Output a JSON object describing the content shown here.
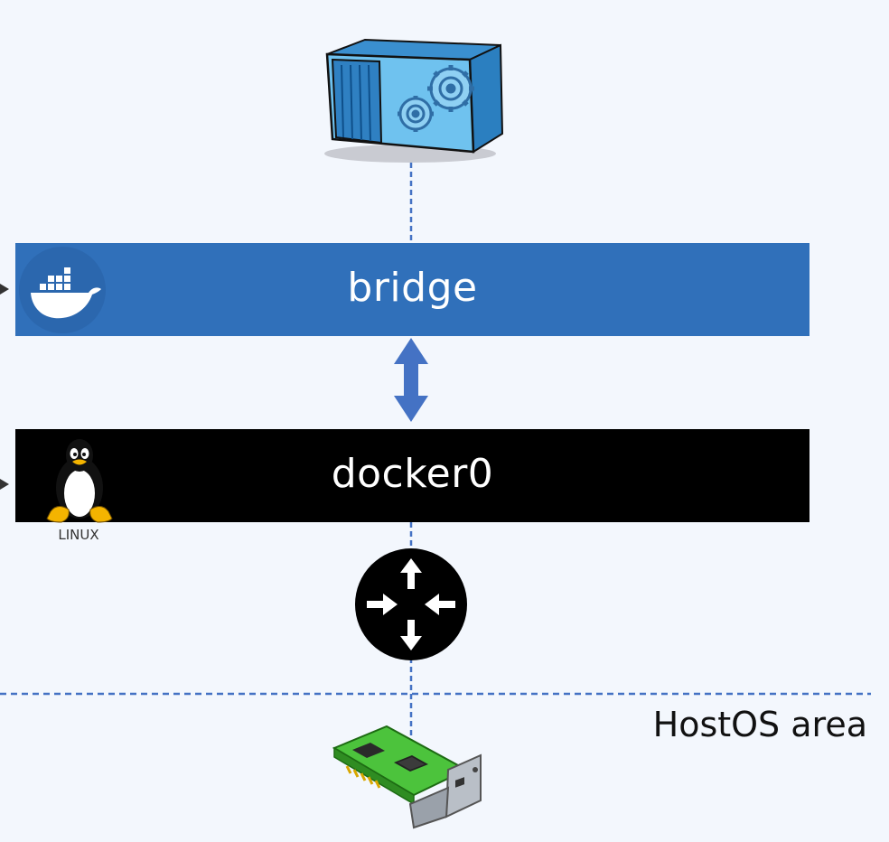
{
  "diagram": {
    "bridge": {
      "label": "bridge",
      "icon": "docker-whale-icon",
      "color": "#3070ba"
    },
    "docker0": {
      "label": "docker0",
      "icon": "linux-tux-icon",
      "icon_caption": "LINUX",
      "color": "#000000"
    },
    "container": {
      "icon": "container-gears-icon"
    },
    "router": {
      "icon": "router-icon"
    },
    "nic": {
      "icon": "network-card-icon"
    },
    "host_boundary": {
      "label": "HostOS area"
    },
    "connector_color": "#4472c4"
  }
}
